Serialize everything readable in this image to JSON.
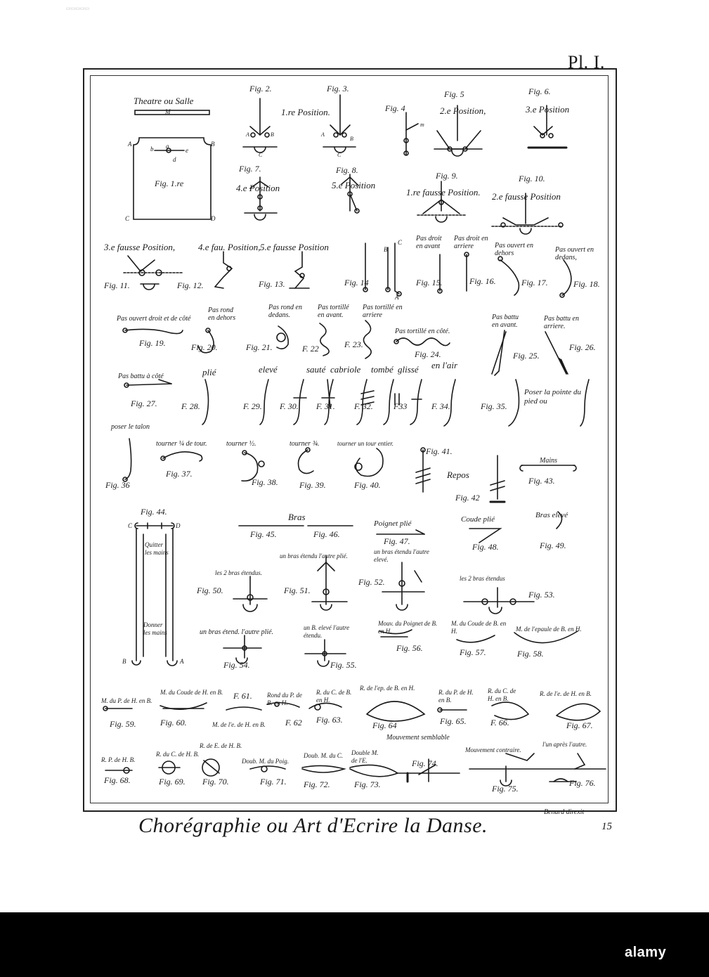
{
  "header": {
    "plate": "Pl. I."
  },
  "theatre": {
    "title": "Theatre ou Salle",
    "m": "M",
    "a": "A",
    "b": "B",
    "c": "C",
    "d": "D",
    "fig": "Fig. 1.re",
    "bd": "b",
    "ad": "a",
    "ed": "e",
    "dd": "d"
  },
  "row1": {
    "fig2": "Fig. 2.",
    "fig3": "Fig. 3.",
    "pos1": "1.re Position.",
    "fig4": "Fig. 4",
    "m4": "m",
    "fig5": "Fig. 5",
    "pos2": "2.e Position,",
    "fig6": "Fig. 6.",
    "pos3": "3.e Position",
    "a": "A",
    "b": "B",
    "c": "C"
  },
  "row2": {
    "fig7": "Fig. 7.",
    "pos4": "4.e Position",
    "fig8": "Fig. 8.",
    "pos5": "5.e Position",
    "fig9": "Fig. 9.",
    "fausse1": "1.re fausse Position.",
    "fig10": "Fig. 10.",
    "fausse2": "2.e fausse Position"
  },
  "row3": {
    "fausse3": "3.e fausse Position,",
    "fausse4": "4.e fau. Position,",
    "fausse5": "5.e fausse Position",
    "fig11": "Fig. 11.",
    "fig12": "Fig. 12.",
    "fig13": "Fig. 13.",
    "fig14": "Fig. 14",
    "b": "B",
    "c": "C",
    "a": "A",
    "pasdroitavant": "Pas droit en avant",
    "pasdroitarriere": "Pas droit en arriere",
    "fig15": "Fig. 15.",
    "fig16": "Fig. 16.",
    "ouvertdehors": "Pas ouvert en dehors",
    "ouvertdedans": "Pas ouvert en dedans,",
    "fig17": "Fig. 17.",
    "fig18": "Fig. 18."
  },
  "row4": {
    "ouvertdroit": "Pas ouvert droit et de côté",
    "fig19": "Fig. 19.",
    "ronddehors": "Pas rond en dehors",
    "fig20": "Fig. 20.",
    "ronddedans": "Pas rond en dedans.",
    "fig21": "Fig. 21.",
    "tortilleavant": "Pas tortillé en avant.",
    "f22": "F. 22",
    "tortillearriere": "Pas tortillé en arriere",
    "f23": "F. 23.",
    "tortillecote": "Pas tortillé en côté.",
    "fig24": "Fig. 24.",
    "battuavant": "Pas battu en avant.",
    "fig25": "Fig. 25.",
    "battuarriere": "Pas battu en arriere.",
    "fig26": "Fig. 26."
  },
  "row5": {
    "battucote": "Pas battu à côté",
    "fig27": "Fig. 27.",
    "plie": "plié",
    "eleve": "elevé",
    "saute": "sauté",
    "cabriole": "cabriole",
    "tombe": "tombé",
    "glisse": "glissé",
    "enlair": "en l'air",
    "f28": "F. 28.",
    "f29": "F. 29.",
    "f30": "F. 30.",
    "f31": "F. 31.",
    "f32": "F. 32.",
    "f33": "F33",
    "f34": "F. 34.",
    "fig35": "Fig. 35.",
    "poser": "Poser la pointe du pied ou"
  },
  "row6": {
    "talon": "poser le talon",
    "fig36": "Fig. 36",
    "tourner14": "tourner ¼ de tour.",
    "fig37": "Fig. 37.",
    "tourner12": "tourner ½.",
    "fig38": "Fig. 38.",
    "tourner34": "tourner ¾.",
    "fig39": "Fig. 39.",
    "tournerentier": "tourner un tour entier.",
    "fig40": "Fig. 40.",
    "fig41": "Fig. 41.",
    "repos": "Repos",
    "fig42": "Fig. 42",
    "mains": "Mains",
    "fig43": "Fig. 43."
  },
  "row7": {
    "fig44": "Fig. 44.",
    "c": "C",
    "d": "D",
    "quitter": "Quitter les mains",
    "donner": "Donner les mains",
    "b": "B",
    "a": "A",
    "bras": "Bras",
    "fig45": "Fig. 45.",
    "fig46": "Fig. 46.",
    "poignet": "Poignet plié",
    "fig47": "Fig. 47.",
    "coude": "Coude plié",
    "fig48": "Fig. 48.",
    "braseleve": "Bras elevé",
    "fig49": "Fig. 49."
  },
  "row8": {
    "brasplie": "un bras étendu l'autre plié.",
    "brasetendu": "un bras étendu l'autre elevé.",
    "deuxbras": "les 2 bras étendus.",
    "fig50": "Fig. 50.",
    "fig51": "Fig. 51.",
    "fig52": "Fig. 52.",
    "deuxbras2": "les 2 bras étendus",
    "fig53": "Fig. 53."
  },
  "row9": {
    "etendplie": "un bras étend. l'autre plié.",
    "fig54": "Fig. 54.",
    "eleveautre": "un B. elevé l'autre étendu.",
    "fig55": "Fig. 55.",
    "mouvpoignet": "Mouv. du Poignet de B. en H.",
    "fig56": "Fig. 56.",
    "mcoude": "M. du Coude de B. en H.",
    "fig57": "Fig. 57.",
    "mepaule": "M. de l'epaule de B. en H.",
    "fig58": "Fig. 58."
  },
  "row10": {
    "mpoignet": "M. du P. de H. en B.",
    "fig59": "Fig. 59.",
    "mcoudeh": "M. du Coude de H. en B.",
    "fig60": "Fig. 60.",
    "f61": "F. 61.",
    "mepauleh": "M. de l'e. de H. en B.",
    "rondp": "Rond du P. de B. en H.",
    "f62": "F. 62",
    "rcoude": "R. du C. de B. en H.",
    "fig63": "Fig. 63.",
    "repaule": "R. de l'ep. de B. en H.",
    "fig64": "Fig. 64",
    "rpoignet": "R. du P. de H. en B.",
    "fig65": "Fig. 65.",
    "rcoude2": "R. du C. de H. en B.",
    "f66": "F. 66.",
    "repaule2": "R. de l'e. de H. en B.",
    "fig67": "Fig. 67."
  },
  "row11": {
    "rp": "R. P. de H. B.",
    "fig68": "Fig. 68.",
    "rc": "R. du C. de H. B.",
    "fig69": "Fig. 69.",
    "re": "R. de E. de H. B.",
    "fig70": "Fig. 70.",
    "doublempoig": "Doub. M. du Poig.",
    "fig71": "Fig. 71.",
    "doubmc": "Doub. M. du C.",
    "fig72": "Fig. 72.",
    "doublemde": "Double M. de l'E.",
    "fig73": "Fig. 73.",
    "semblable": "Mouvement semblable",
    "fig74": "Fig. 74.",
    "contraire": "Mouvement contraire.",
    "unapres": "l'un après l'autre.",
    "fig75": "Fig. 75.",
    "fig76": "Fig. 76."
  },
  "footer": {
    "title": "Chorégraphie ou Art d'Ecrire la Danse.",
    "engraver": "Benard direxit",
    "page": "15"
  },
  "watermark": "alamy"
}
